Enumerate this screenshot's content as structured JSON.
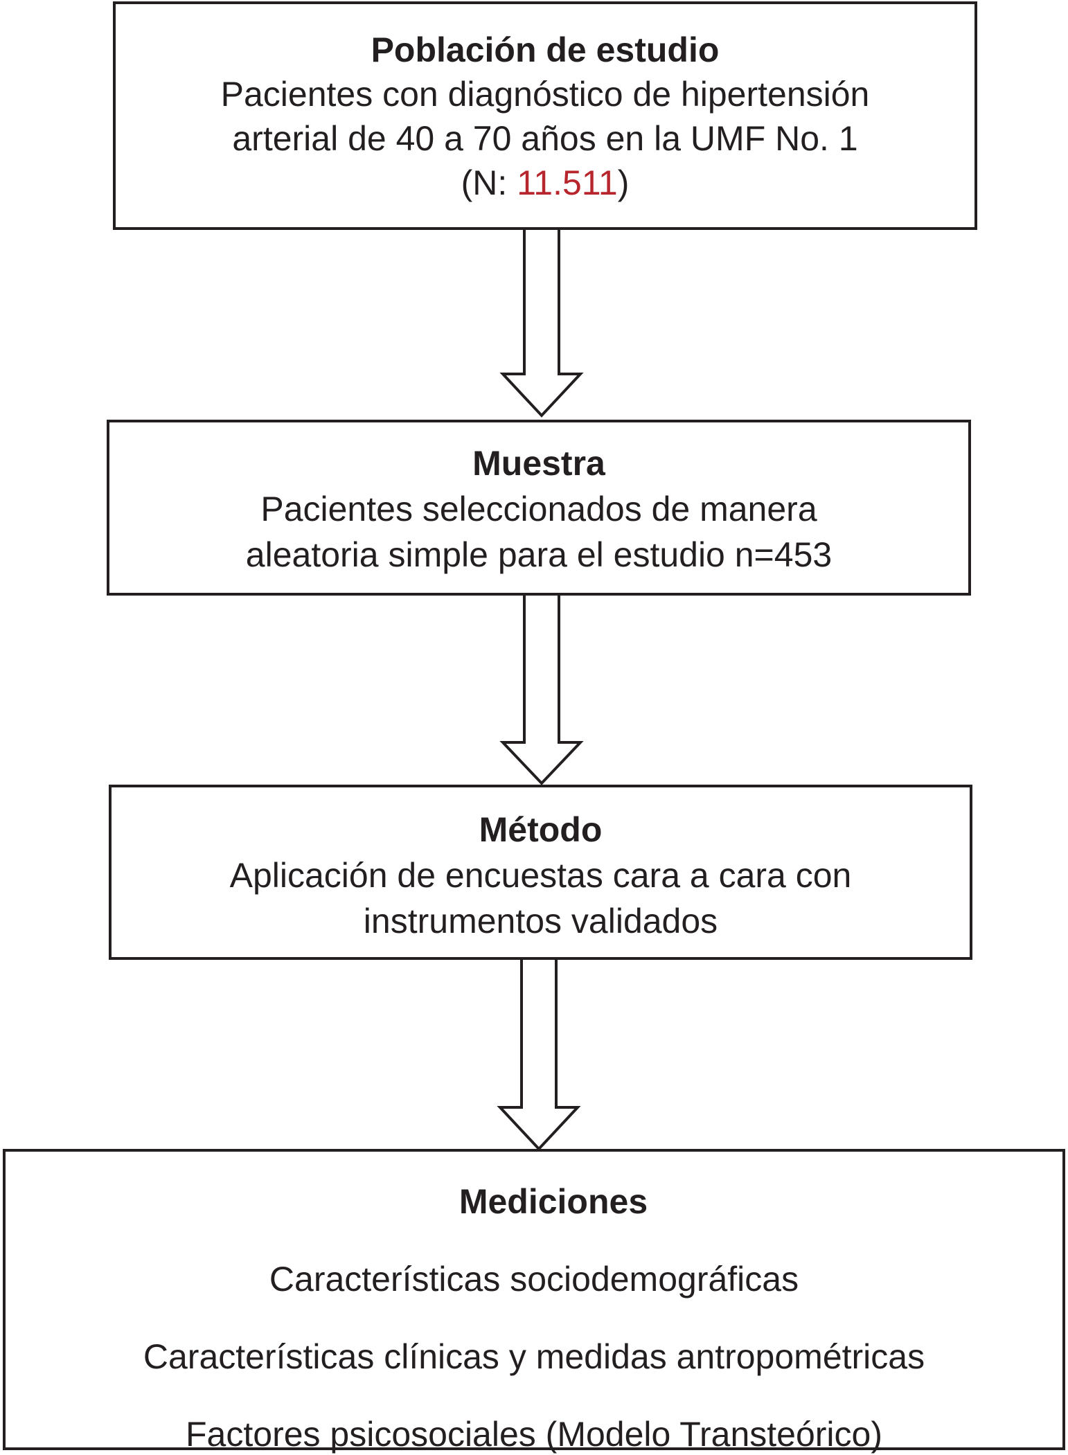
{
  "flow": {
    "poblacion": {
      "title": "Población de estudio",
      "line1": "Pacientes con diagnóstico de hipertensión",
      "line2": "arterial de 40 a 70 años en la UMF No. 1",
      "n_prefix": "(N: ",
      "n_value": "11.511",
      "n_suffix": ")",
      "n_value_color": "#b8262d"
    },
    "muestra": {
      "title": "Muestra",
      "line1": "Pacientes seleccionados de manera",
      "line2": "aleatoria simple para el estudio n=453"
    },
    "metodo": {
      "title": "Método",
      "line1": "Aplicación de encuestas cara a cara con",
      "line2": "instrumentos validados"
    },
    "mediciones": {
      "title": "Mediciones",
      "items": [
        "Características sociodemográficas",
        "Características clínicas y medidas antropométricas",
        "Factores psicosociales (Modelo Transteórico)"
      ]
    }
  },
  "colors": {
    "stroke": "#231f20",
    "text": "#231f20",
    "highlight": "#b8262d"
  }
}
